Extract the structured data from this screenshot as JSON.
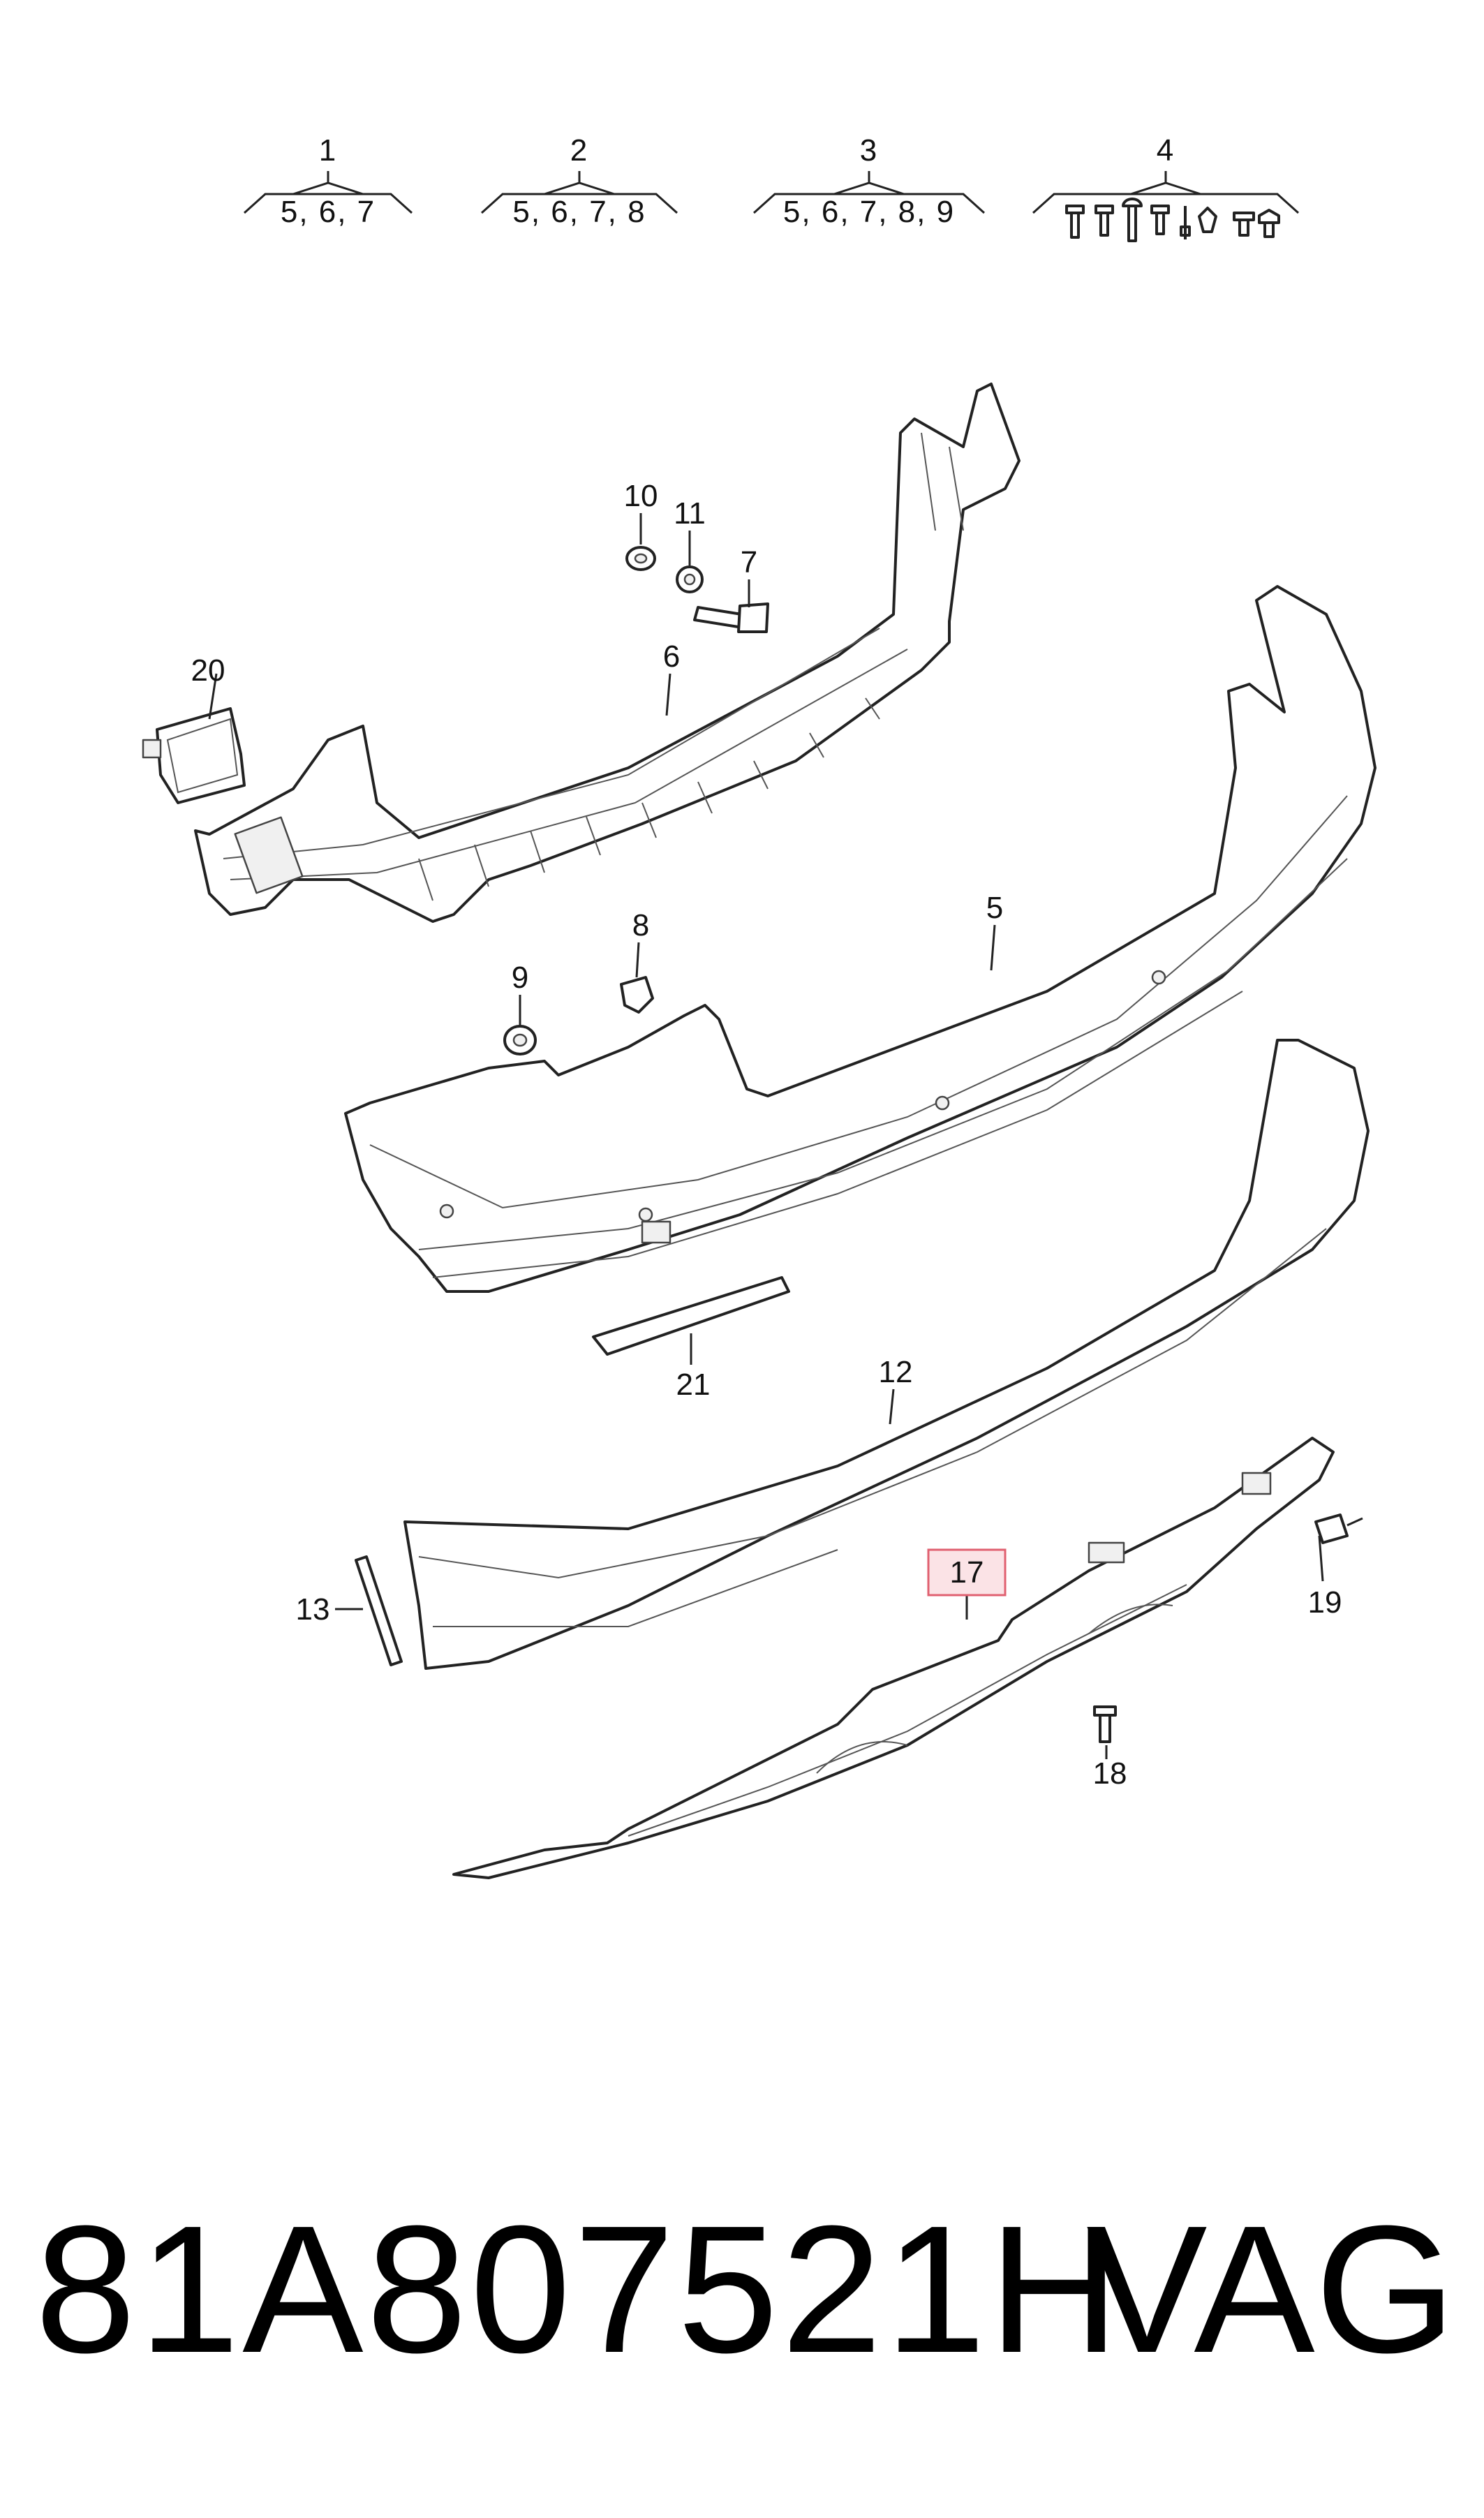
{
  "groups": [
    {
      "number": "1",
      "members": "5, 6, 7"
    },
    {
      "number": "2",
      "members": "5, 6, 7, 8"
    },
    {
      "number": "3",
      "members": "5, 6, 7, 8, 9"
    },
    {
      "number": "4",
      "members": ""
    }
  ],
  "callouts": {
    "c5": "5",
    "c6": "6",
    "c7": "7",
    "c8": "8",
    "c9": "9",
    "c10": "10",
    "c11": "11",
    "c12": "12",
    "c13": "13",
    "c17": "17",
    "c18": "18",
    "c19": "19",
    "c20": "20",
    "c21": "21"
  },
  "highlighted_callout": "17",
  "highlight_color": "#e06070",
  "footer": {
    "part_number": "81A807521H",
    "brand": "VAG"
  }
}
